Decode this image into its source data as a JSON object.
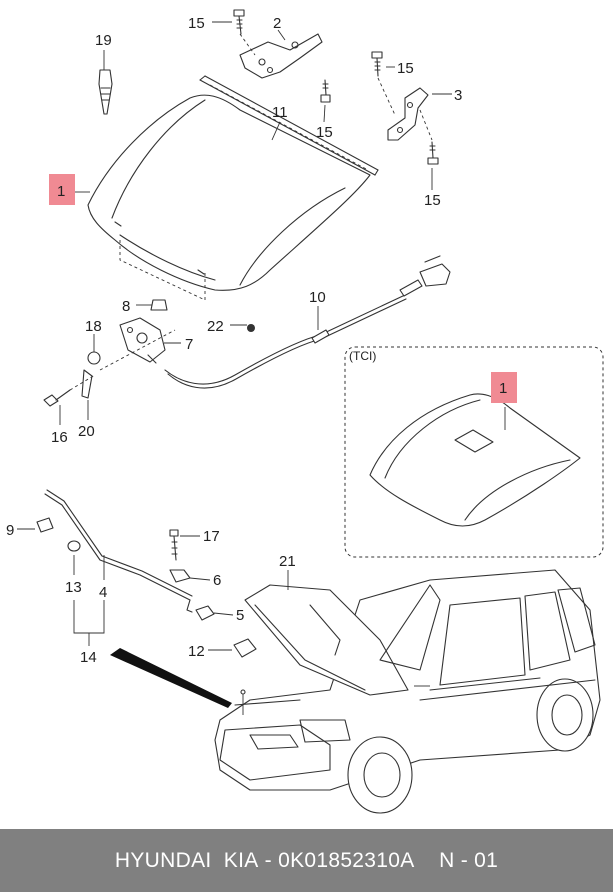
{
  "callouts": {
    "c1": "1",
    "c1b": "1",
    "c2": "2",
    "c3": "3",
    "c4": "4",
    "c5": "5",
    "c6": "6",
    "c7": "7",
    "c8": "8",
    "c9": "9",
    "c10": "10",
    "c11": "11",
    "c12": "12",
    "c13": "13",
    "c14": "14",
    "c15a": "15",
    "c15b": "15",
    "c15c": "15",
    "c15d": "15",
    "c16": "16",
    "c17": "17",
    "c18": "18",
    "c19": "19",
    "c20": "20",
    "c21": "21",
    "c22": "22"
  },
  "inset_label": "(TCI)",
  "footer": {
    "brand": "HYUNDAI  KIA",
    "separator": " - ",
    "part_number": "0K01852310A",
    "page_ref": "N - 01"
  },
  "colors": {
    "highlight": "#f08a93",
    "footer_bg": "#808080",
    "footer_text": "#ffffff",
    "line": "#333333"
  }
}
